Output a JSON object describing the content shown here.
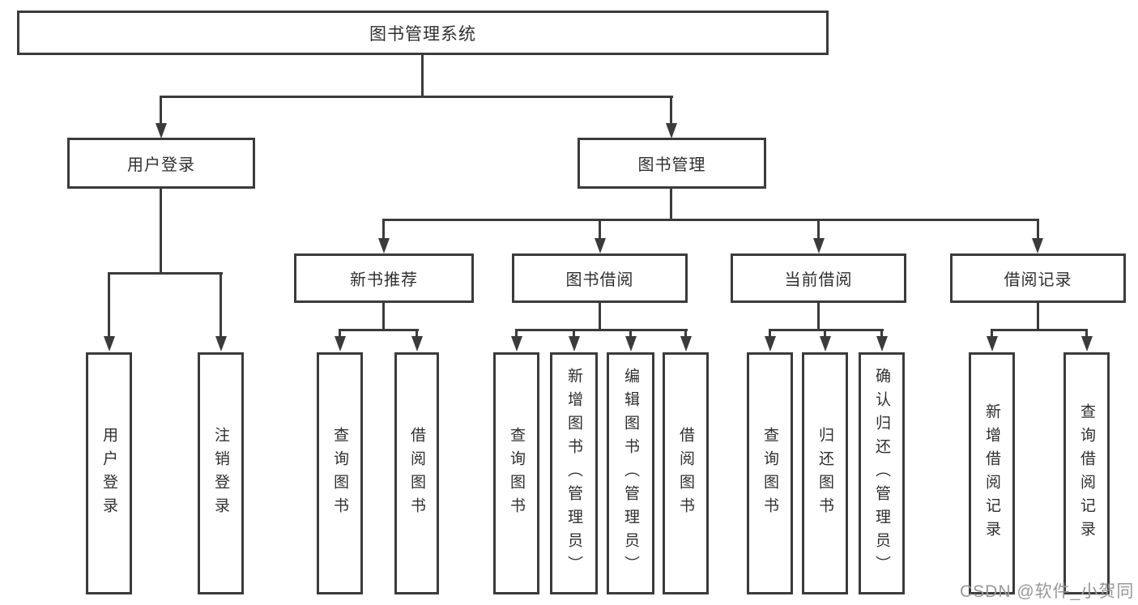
{
  "diagram": {
    "root": "图书管理系统",
    "branches": [
      {
        "label": "用户登录",
        "children": [
          "用户登录",
          "注销登录"
        ]
      },
      {
        "label": "图书管理",
        "children": [
          {
            "label": "新书推荐",
            "children": [
              "查询图书",
              "借阅图书"
            ]
          },
          {
            "label": "图书借阅",
            "children": [
              "查询图书",
              "新增图书（管理员）",
              "编辑图书（管理员）",
              "借阅图书"
            ]
          },
          {
            "label": "当前借阅",
            "children": [
              "查询图书",
              "归还图书",
              "确认归还（管理员）"
            ]
          },
          {
            "label": "借阅记录",
            "children": [
              "新增借阅记录",
              "查询借阅记录"
            ]
          }
        ]
      }
    ]
  },
  "watermark": "CSDN @软件_小贺同学",
  "colors": {
    "line": "#3b3b3b",
    "text": "#2f2f2f",
    "watermark": "#989898"
  }
}
